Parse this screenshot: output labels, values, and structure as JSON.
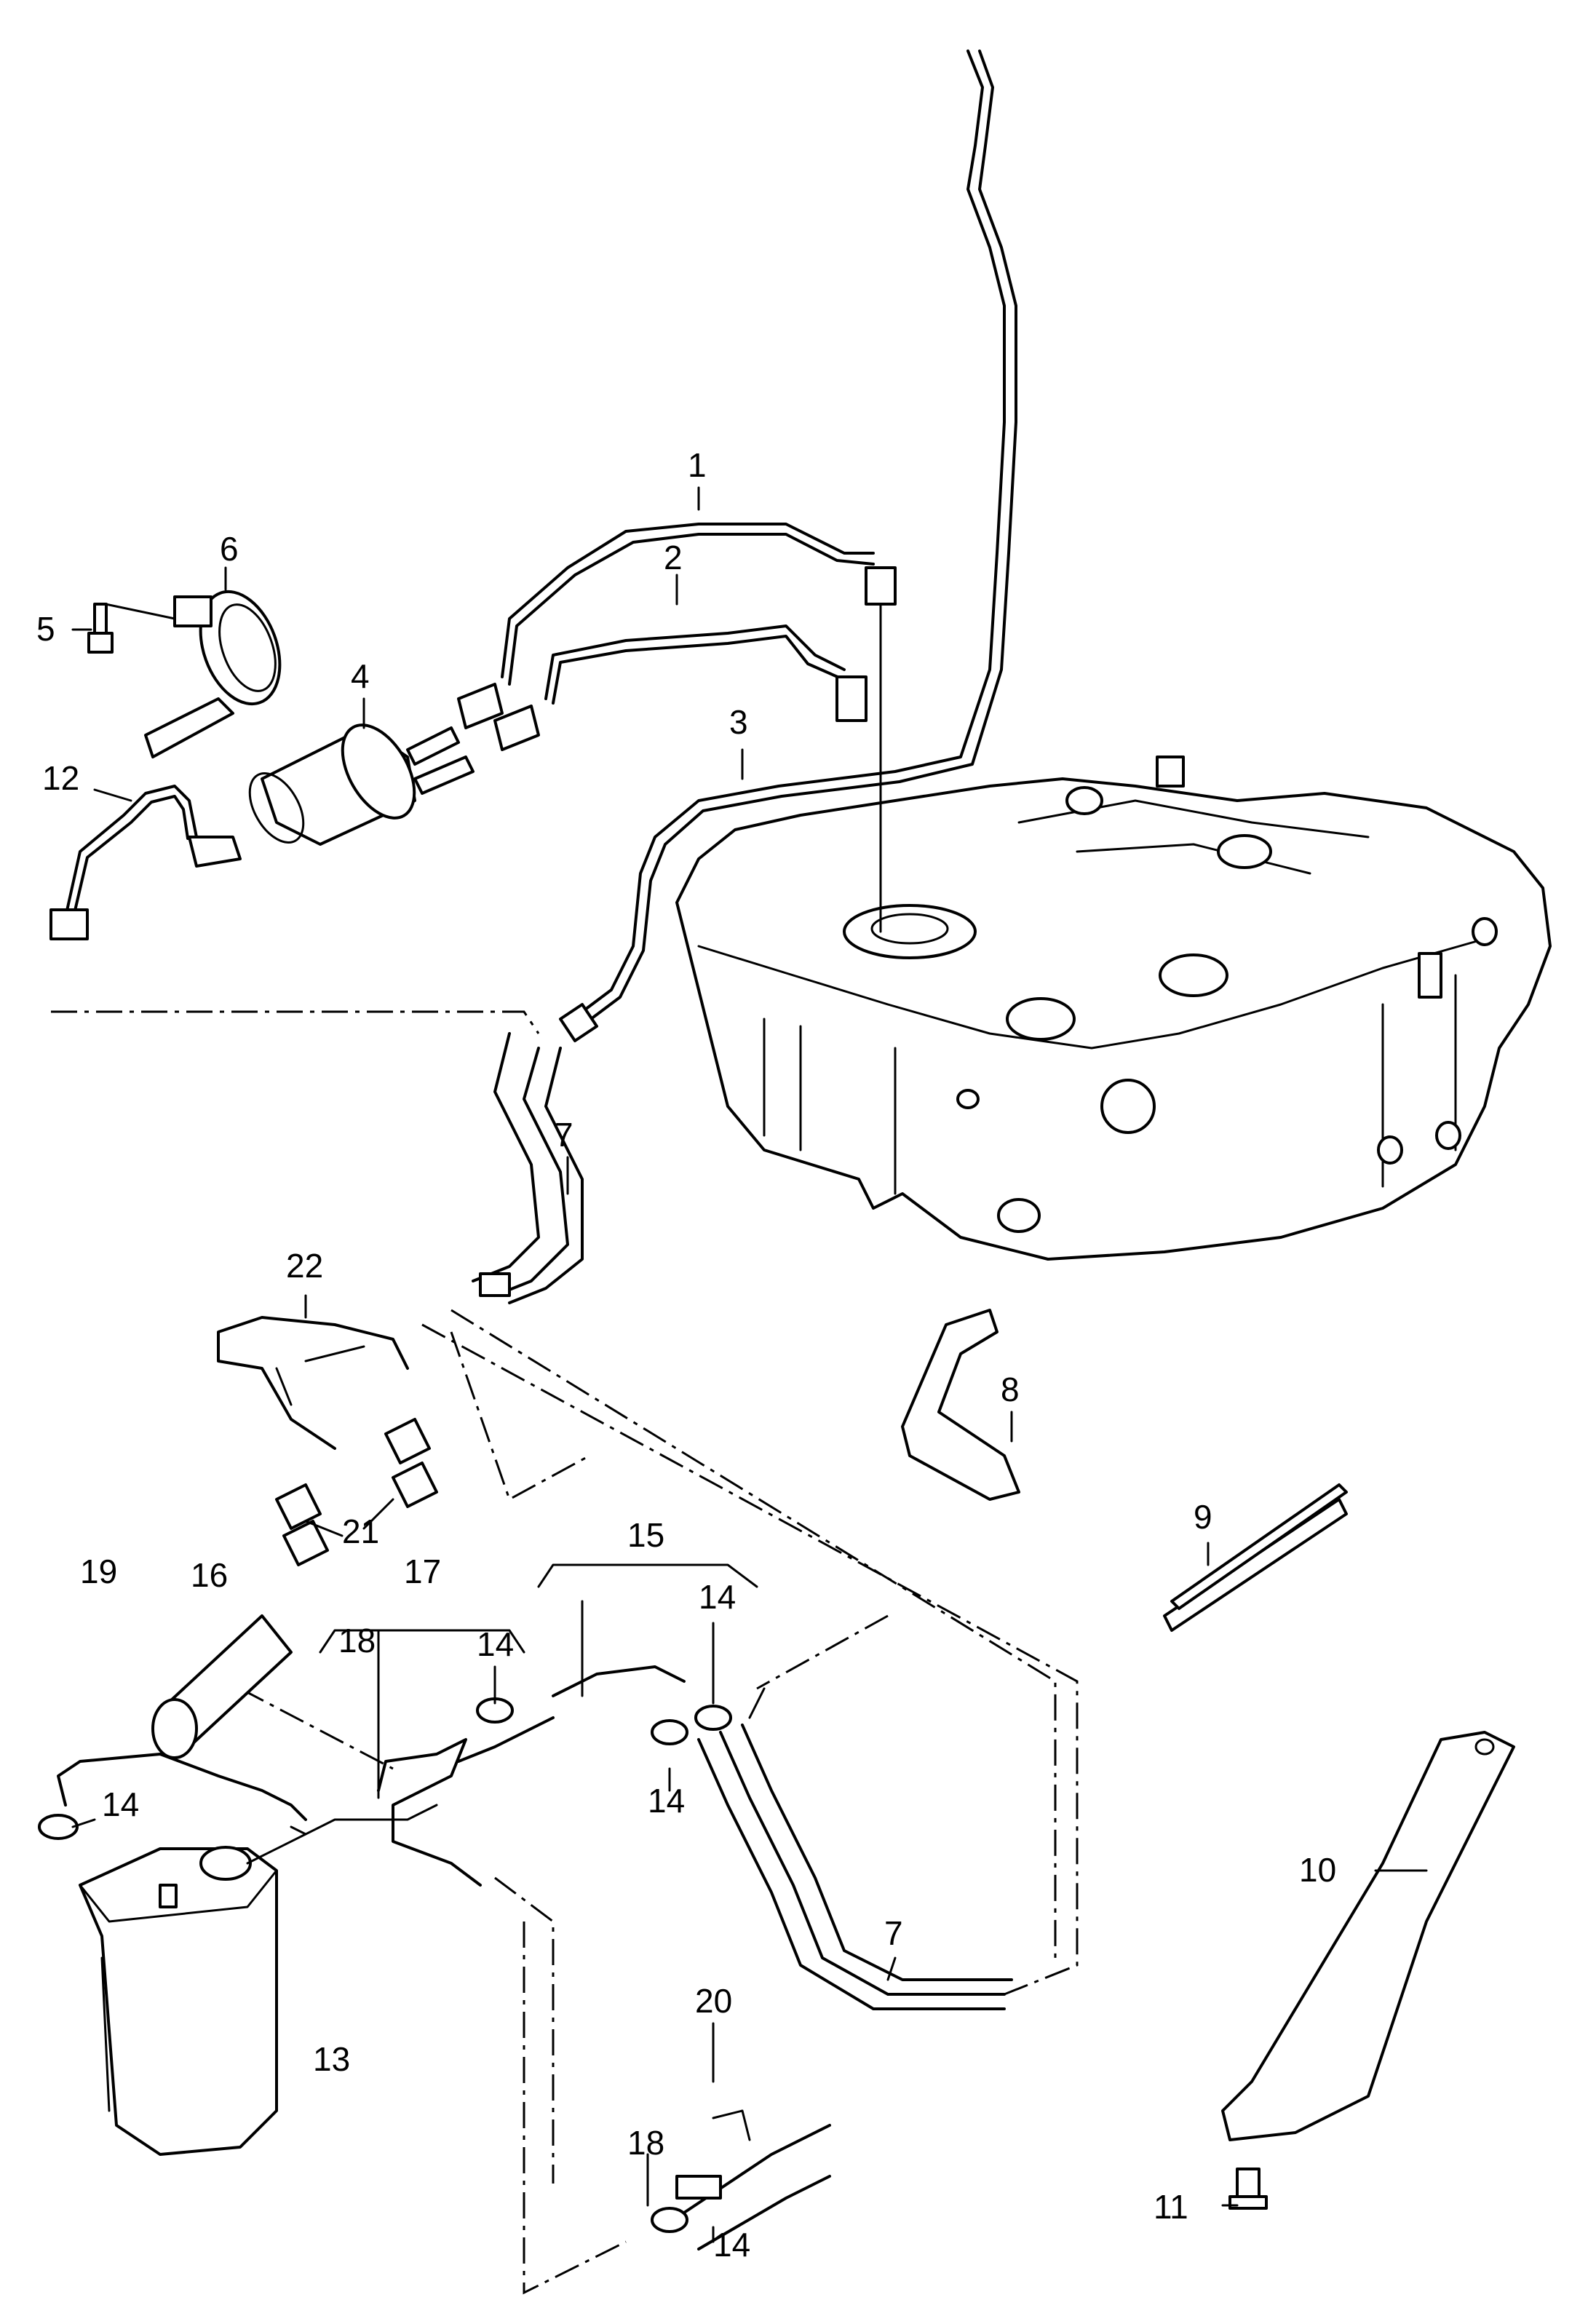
{
  "callouts": {
    "c1": "1",
    "c2": "2",
    "c3": "3",
    "c4": "4",
    "c5": "5",
    "c6": "6",
    "c7a": "7",
    "c7b": "7",
    "c8": "8",
    "c9": "9",
    "c10": "10",
    "c11": "11",
    "c12": "12",
    "c13": "13",
    "c14a": "14",
    "c14b": "14",
    "c14c": "14",
    "c14d": "14",
    "c14e": "14",
    "c15": "15",
    "c16": "16",
    "c17": "17",
    "c18a": "18",
    "c18b": "18",
    "c19": "19",
    "c20": "20",
    "c21": "21",
    "c22": "22"
  }
}
